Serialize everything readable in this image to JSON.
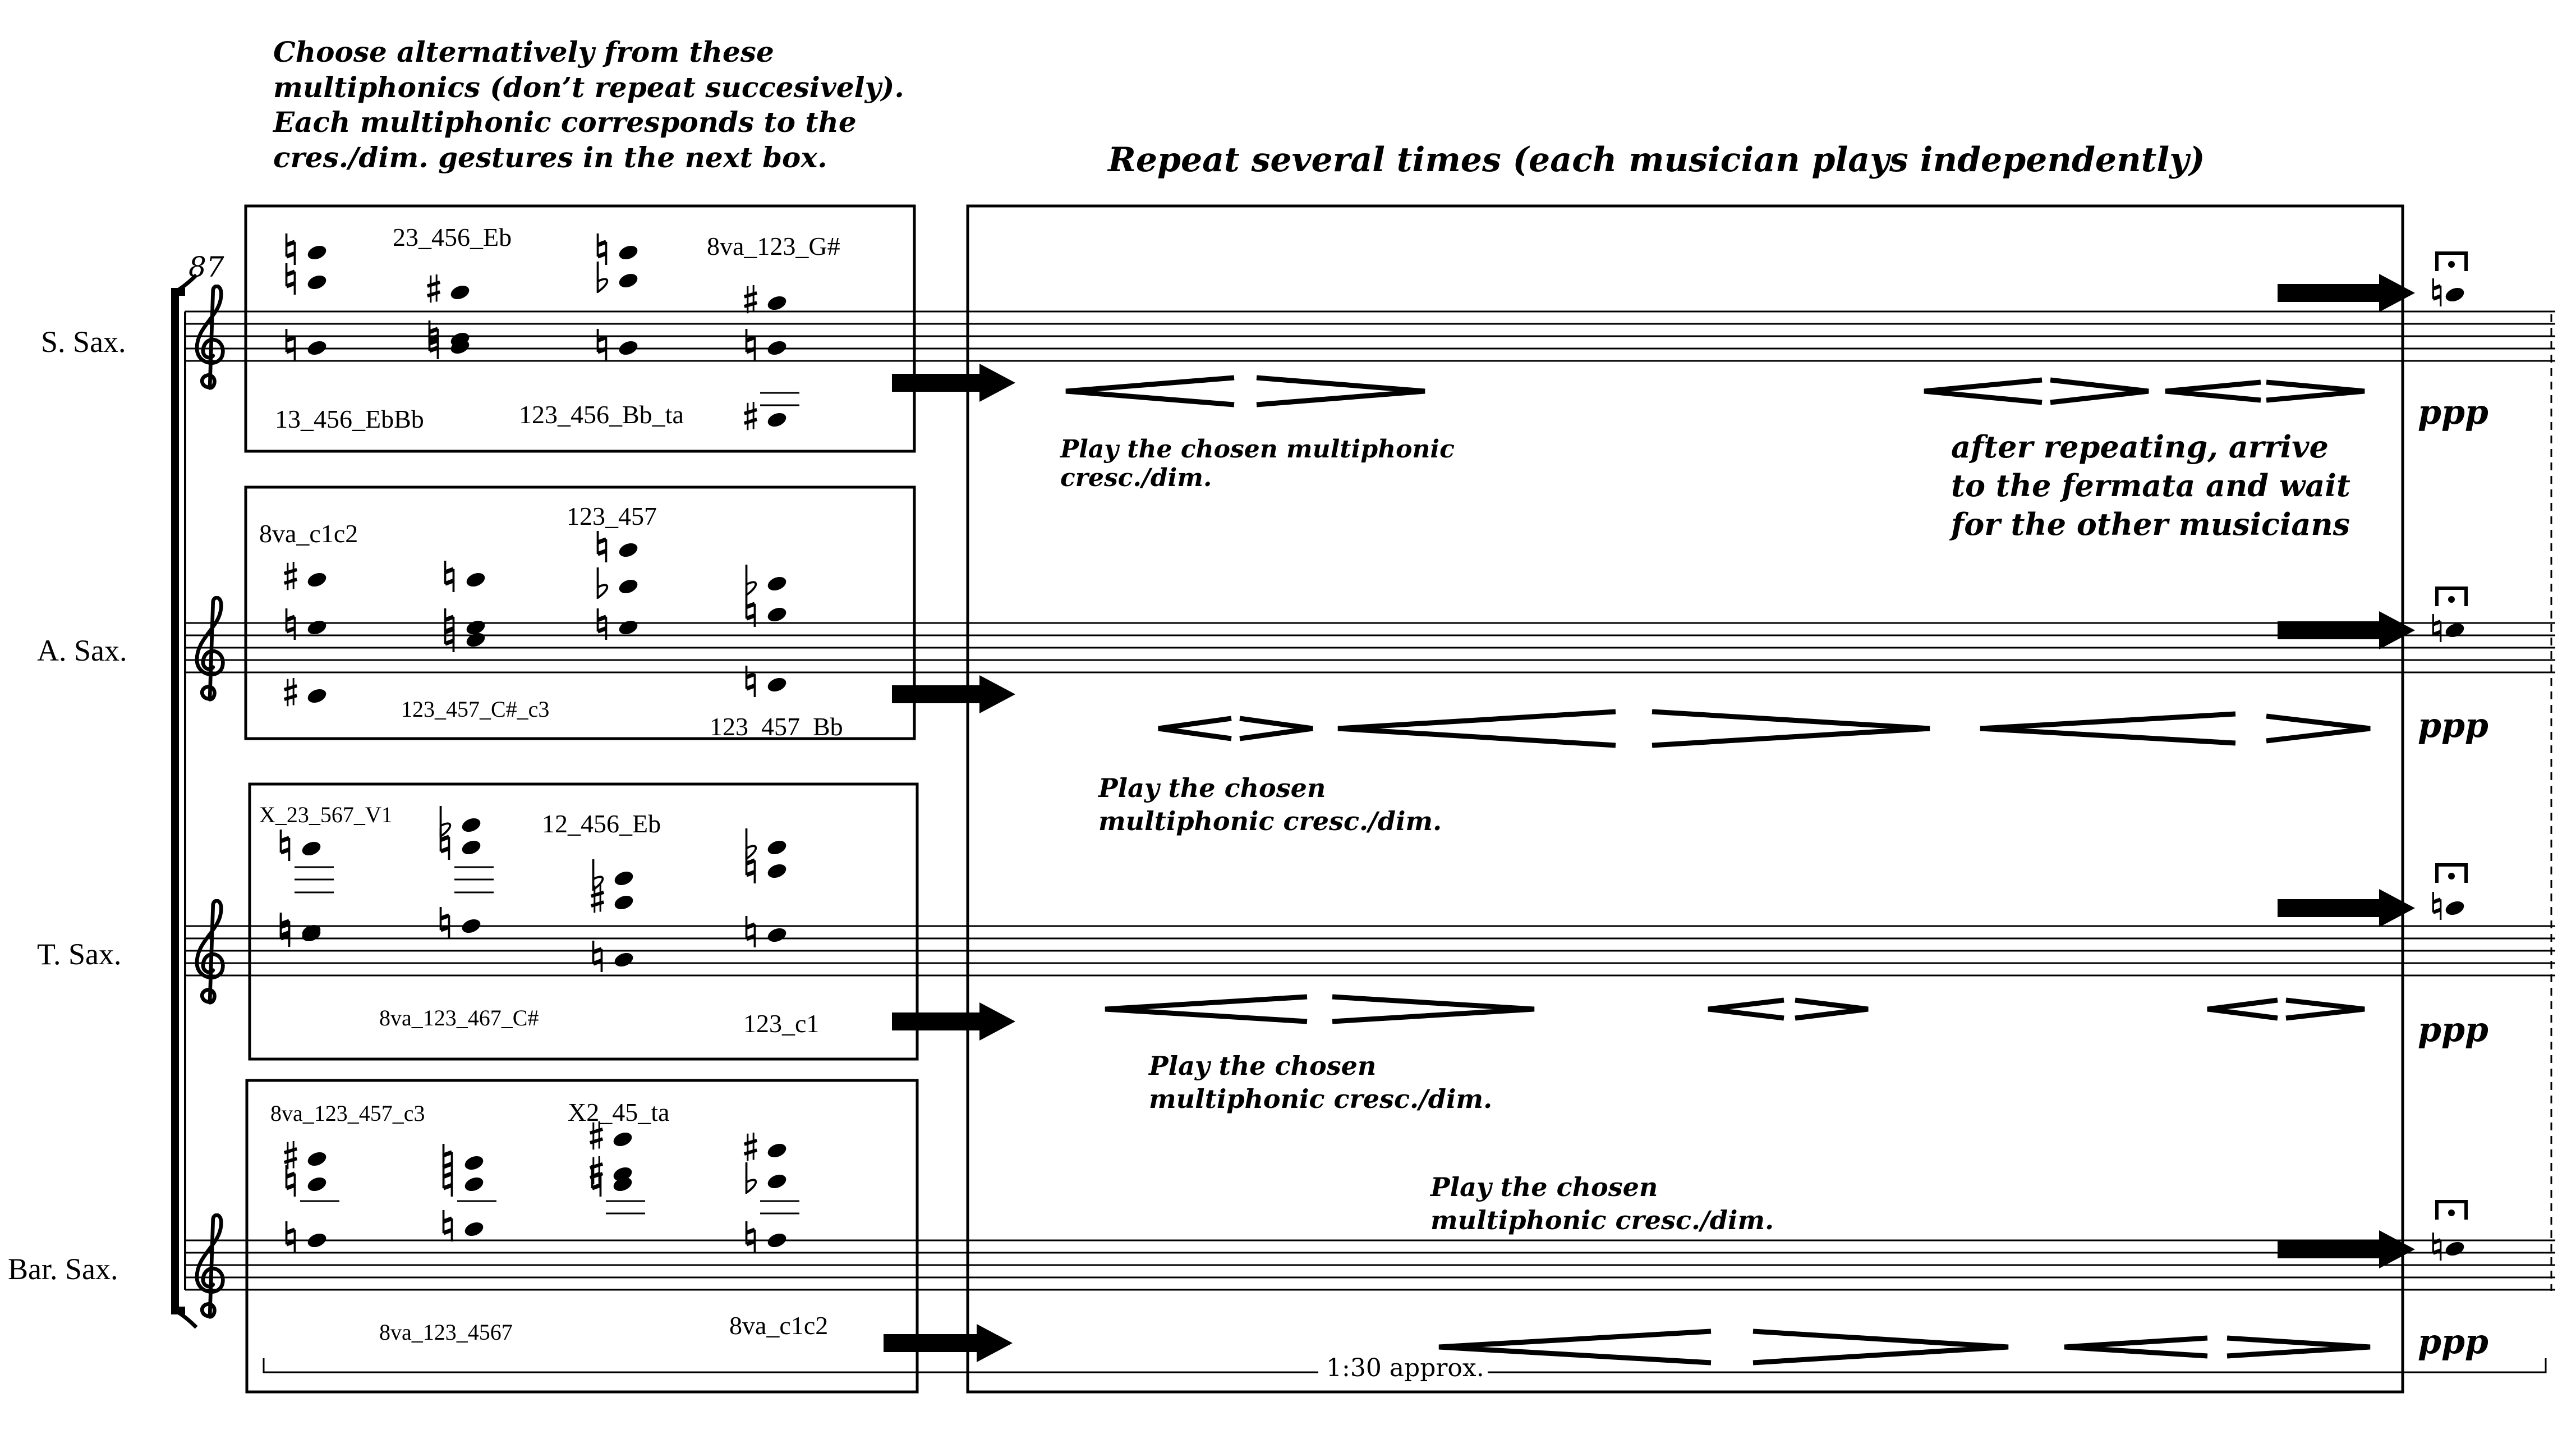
{
  "measure_number": "87",
  "instructions": {
    "choose_text": [
      "Choose alternatively from these",
      "multiphonics (don’t repeat succesively).",
      "Each multiphonic corresponds to the",
      "cres./dim. gestures in the next box."
    ],
    "repeat_title": "Repeat several times (each musician plays independently)",
    "after_repeating": [
      "after repeating, arrive",
      "to the fermata and wait",
      "for the other musicians"
    ],
    "duration": "1:30 approx."
  },
  "staves": [
    {
      "instrument": "S. Sax.",
      "multiphonics": [
        "23_456_Eb",
        "8va_123_G#",
        "13_456_EbBb",
        "123_456_Bb_ta"
      ],
      "play_text": [
        "Play the chosen multiphonic",
        "cresc./dim."
      ],
      "dynamic": "ppp"
    },
    {
      "instrument": "A. Sax.",
      "multiphonics": [
        "8va_c1c2",
        "123_457",
        "123_457_C#_c3",
        "123_457_Bb"
      ],
      "play_text": [
        "Play the chosen",
        "multiphonic cresc./dim."
      ],
      "dynamic": "ppp"
    },
    {
      "instrument": "T. Sax.",
      "multiphonics": [
        "X_23_567_V1",
        "12_456_Eb",
        "8va_123_467_C#",
        "123_c1"
      ],
      "play_text": [
        "Play the chosen",
        "multiphonic cresc./dim."
      ],
      "dynamic": "ppp"
    },
    {
      "instrument": "Bar. Sax.",
      "multiphonics": [
        "8va_123_457_c3",
        "X2_45_ta",
        "8va_123_4567",
        "8va_c1c2"
      ],
      "play_text": [
        "Play the chosen",
        "multiphonic cresc./dim."
      ],
      "dynamic": "ppp"
    }
  ],
  "icons": [
    "treble-clef-icon",
    "natural-sign-icon",
    "sharp-sign-icon",
    "fermata-icon",
    "arrow-right-icon",
    "crescendo-hairpin",
    "diminuendo-hairpin"
  ]
}
